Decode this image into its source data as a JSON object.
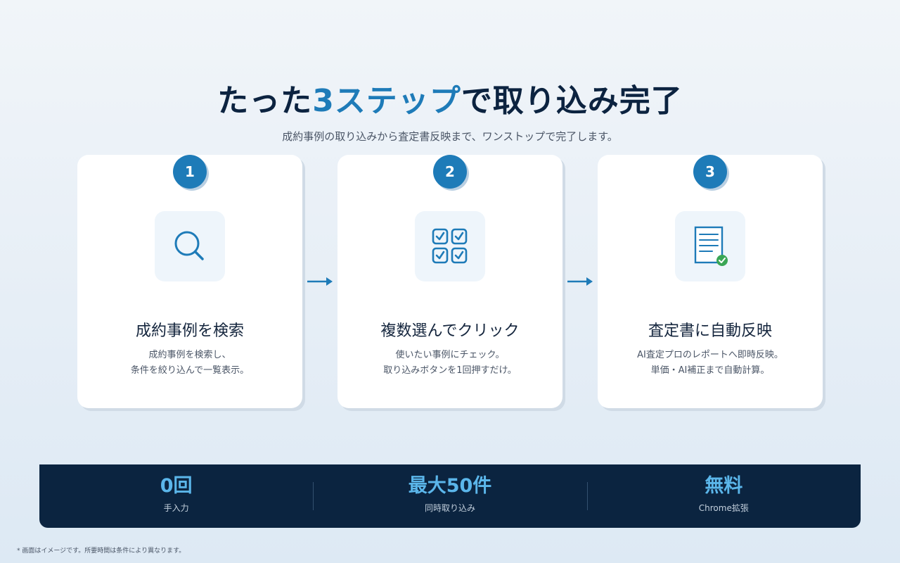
{
  "header": {
    "title_before": "たった",
    "title_accent": "3ステップ",
    "title_after": "で取り込み完了",
    "subtitle": "成約事例の取り込みから査定書反映まで、ワンストップで完了します。"
  },
  "steps": [
    {
      "number": "1",
      "icon": "search-icon",
      "title": "成約事例を検索",
      "desc_lines": [
        "成約事例を検索し、",
        "条件を絞り込んで一覧表示。"
      ]
    },
    {
      "number": "2",
      "icon": "checkbox-grid-icon",
      "title": "複数選んでクリック",
      "desc_lines": [
        "使いたい事例にチェック。",
        "取り込みボタンを1回押すだけ。"
      ]
    },
    {
      "number": "3",
      "icon": "document-check-icon",
      "title": "査定書に自動反映",
      "desc_lines": [
        "AI査定プロのレポートへ即時反映。",
        "単価・AI補正まで自動計算。"
      ]
    }
  ],
  "stats": [
    {
      "value": "0回",
      "label": "手入力"
    },
    {
      "value": "最大50件",
      "label": "同時取り込み"
    },
    {
      "value": "無料",
      "label": "Chrome拡張"
    }
  ],
  "footnote": "* 画面はイメージです。所要時間は条件により異なります。",
  "colors": {
    "accent": "#1e7bb8",
    "navy": "#0b2440",
    "stat_value": "#5bb6ea",
    "check_green": "#3aa655"
  }
}
